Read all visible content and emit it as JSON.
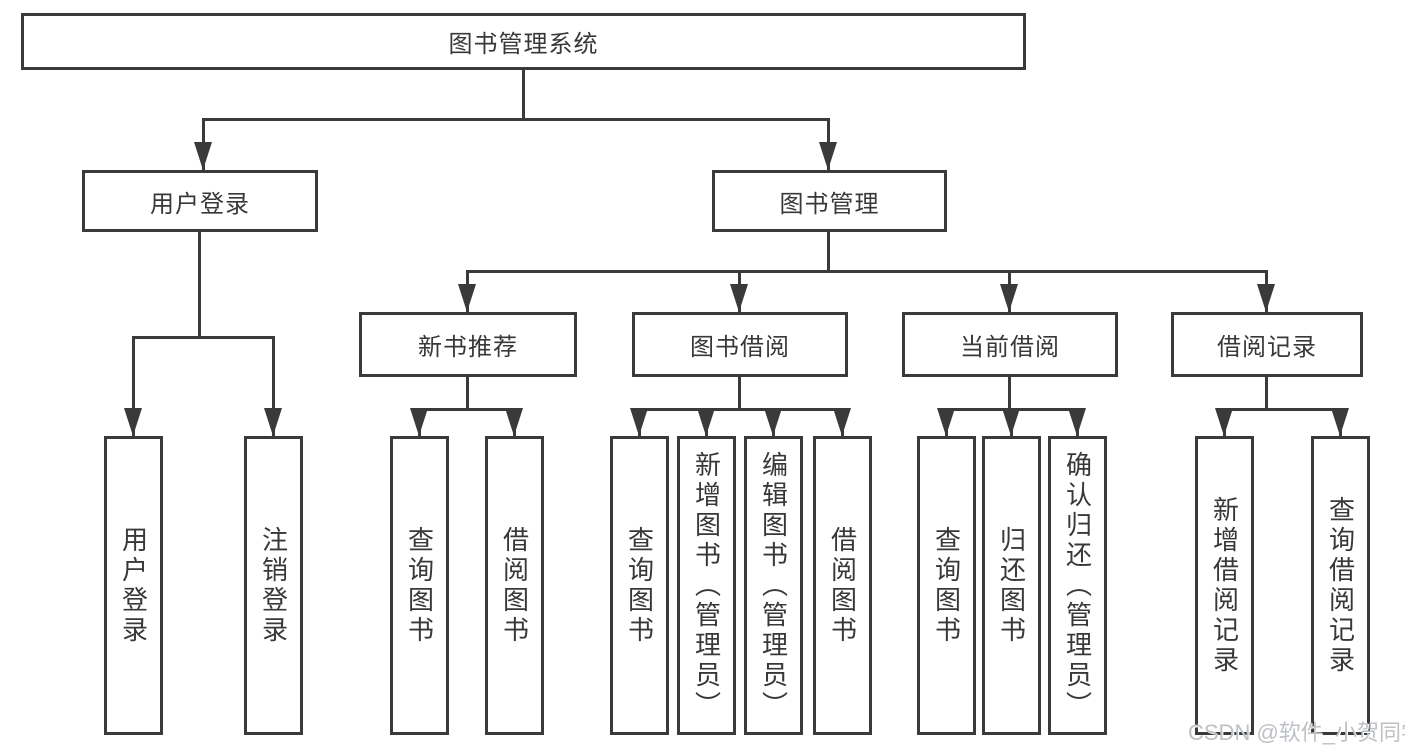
{
  "nodes": {
    "root": "图书管理系统",
    "level2": {
      "user_login": "用户登录",
      "book_management": "图书管理"
    },
    "level3": {
      "new_book_recommend": "新书推荐",
      "book_borrowing": "图书借阅",
      "current_borrowing": "当前借阅",
      "borrowing_records": "借阅记录"
    },
    "leaves": {
      "user_login": "用户登录",
      "logout": "注销登录",
      "query_books_recommend": "查询图书",
      "borrow_books_recommend": "借阅图书",
      "query_books_borrowing": "查询图书",
      "add_books_admin": "新增图书（管理员）",
      "edit_books_admin": "编辑图书（管理员）",
      "borrow_books_borrowing": "借阅图书",
      "query_books_current": "查询图书",
      "return_books": "归还图书",
      "confirm_return_admin": "确认归还（管理员）",
      "add_borrow_record": "新增借阅记录",
      "query_borrow_record": "查询借阅记录"
    }
  },
  "watermark": "CSDN @软件_小贺同学",
  "colors": {
    "line": "#3a3a3a",
    "text": "#383838",
    "background": "#ffffff",
    "watermark": "#bdc0c5"
  }
}
